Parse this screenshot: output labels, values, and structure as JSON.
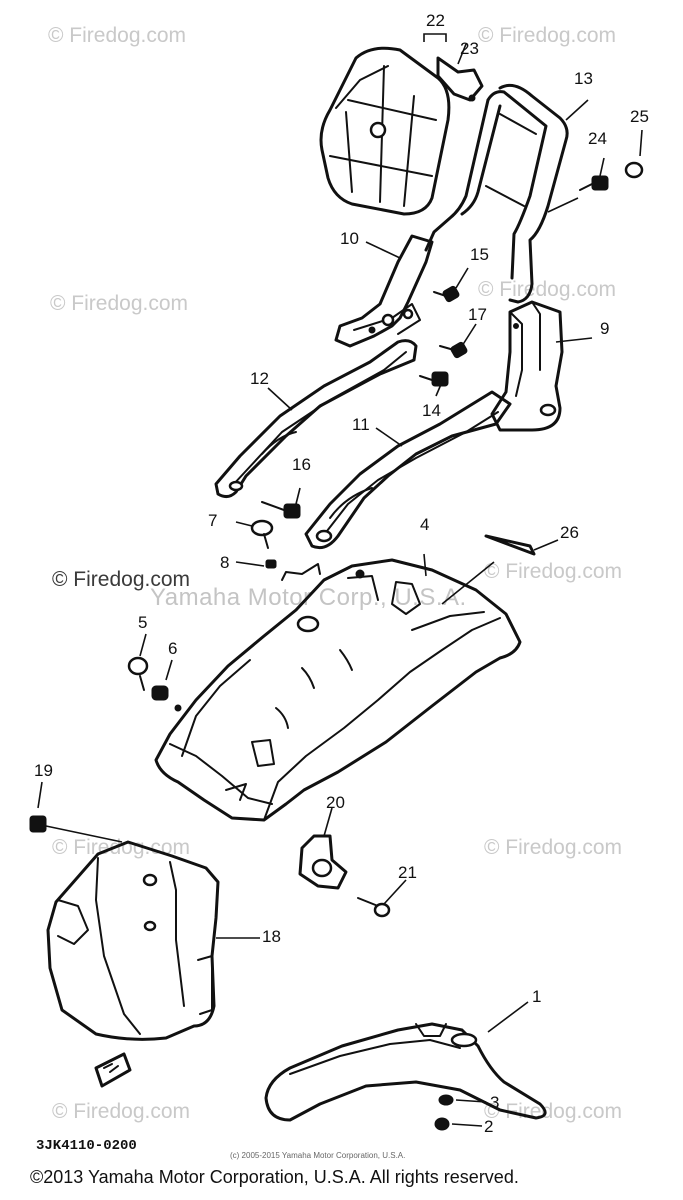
{
  "watermarks": {
    "text": "© Firedog.com",
    "dark_text": "© Firedog.com",
    "credit": "Yamaha Motor Corp., U.S.A."
  },
  "callouts": [
    "1",
    "2",
    "3",
    "4",
    "5",
    "6",
    "7",
    "8",
    "9",
    "10",
    "11",
    "12",
    "13",
    "14",
    "15",
    "16",
    "17",
    "18",
    "19",
    "20",
    "21",
    "22",
    "23",
    "24",
    "25",
    "26"
  ],
  "part_code": "3JK4110-0200",
  "tiny_credit": "(c) 2005-2015 Yamaha Motor Corporation, U.S.A.",
  "footer": "©2013 Yamaha Motor Corporation, U.S.A. All rights reserved."
}
